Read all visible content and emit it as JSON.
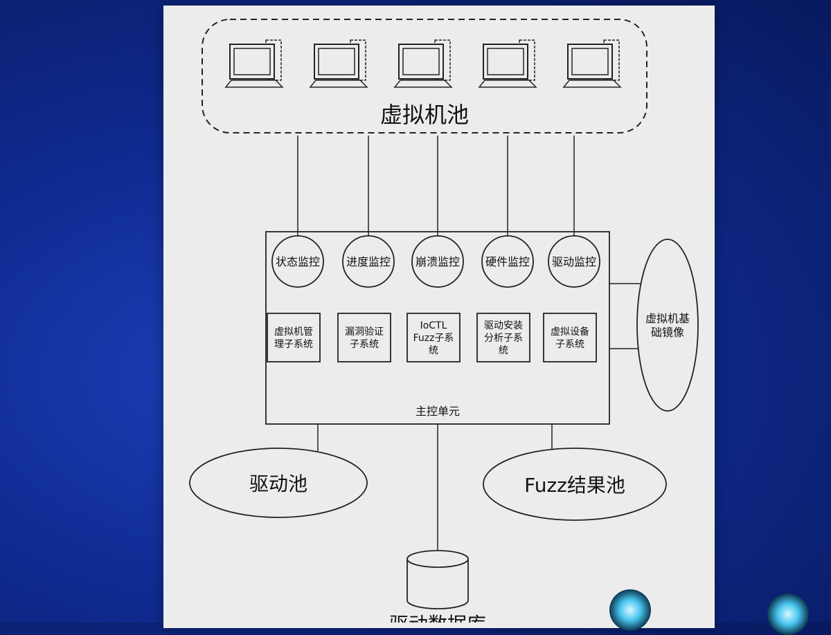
{
  "pool": {
    "label": "虚拟机池",
    "computers": 5
  },
  "monitors": [
    "状态监控",
    "进度监控",
    "崩溃监控",
    "硬件监控",
    "驱动监控"
  ],
  "subsystems": [
    [
      "虚拟机管",
      "理子系统"
    ],
    [
      "漏洞验证",
      "子系统"
    ],
    [
      "IoCTL",
      "Fuzz子系",
      "统"
    ],
    [
      "驱动安装",
      "分析子系",
      "统"
    ],
    [
      "虚拟设备",
      "子系统"
    ]
  ],
  "main_unit": "主控单元",
  "base_image": [
    "虚拟机基",
    "础镜像"
  ],
  "driver_pool": "驱动池",
  "fuzz_pool": "Fuzz结果池",
  "database": "驱动数据库",
  "colors": {
    "background": "#0f2a8f",
    "slide": "#ececec",
    "line": "#222222"
  }
}
